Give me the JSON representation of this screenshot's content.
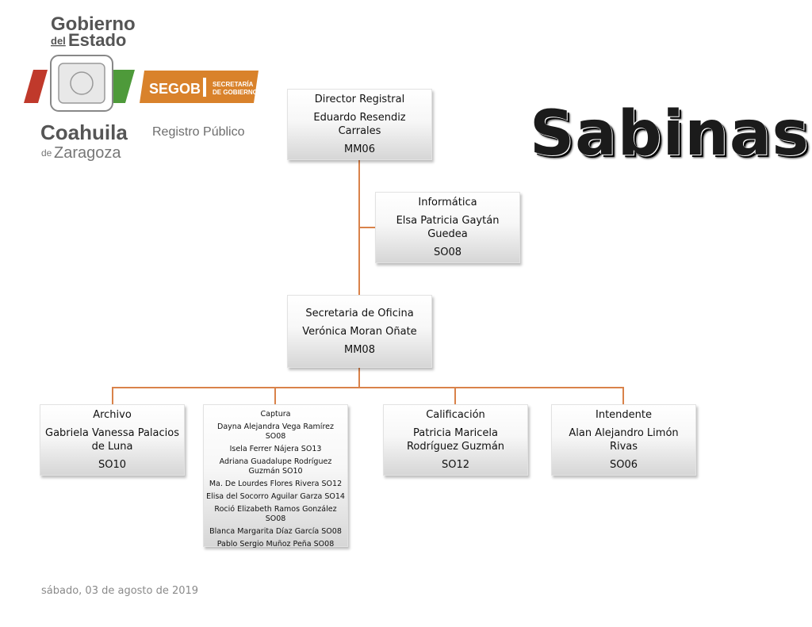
{
  "header": {
    "logo_text": [
      "Gobierno",
      "del",
      "Estado",
      "Coahuila",
      "de",
      "Zaragoza",
      "SEGOB",
      "SECRETARÍA",
      "DE GOBIERNO"
    ],
    "subtitle": "Registro Público",
    "title": "Sabinas"
  },
  "org": {
    "director": {
      "role": "Director Registral",
      "name": "Eduardo Resendiz Carrales",
      "code": "MM06"
    },
    "informatica": {
      "role": "Informática",
      "name": "Elsa Patricia Gaytán Guedea",
      "code": "SO08"
    },
    "secretaria": {
      "role": "Secretaria de Oficina",
      "name": "Verónica  Moran Oñate",
      "code": "MM08"
    },
    "archivo": {
      "role": "Archivo",
      "name": "Gabriela Vanessa Palacios de Luna",
      "code": "SO10"
    },
    "captura": {
      "role": "Captura",
      "members": [
        "Dayna Alejandra Vega Ramírez  SO08",
        "Isela Ferrer Nájera SO13",
        "Adriana Guadalupe Rodríguez Guzmán SO10",
        "Ma. De Lourdes Flores Rivera SO12",
        "Elisa del Socorro Aguilar Garza SO14",
        "Roció Elizabeth Ramos González SO08",
        "Blanca Margarita Díaz García SO08",
        "Pablo Sergio  Muñoz Peña SO08"
      ]
    },
    "calificacion": {
      "role": "Calificación",
      "name": "Patricia Maricela Rodríguez Guzmán",
      "code": "SO12"
    },
    "intendente": {
      "role": "Intendente",
      "name": "Alan Alejandro Limón Rivas",
      "code": "SO06"
    }
  },
  "footer": {
    "date": "sábado, 03 de agosto de 2019"
  },
  "colors": {
    "connector": "#d9824a",
    "segob": "#d9822b",
    "logo_green": "#4e9a3a",
    "logo_red": "#c0392b"
  }
}
